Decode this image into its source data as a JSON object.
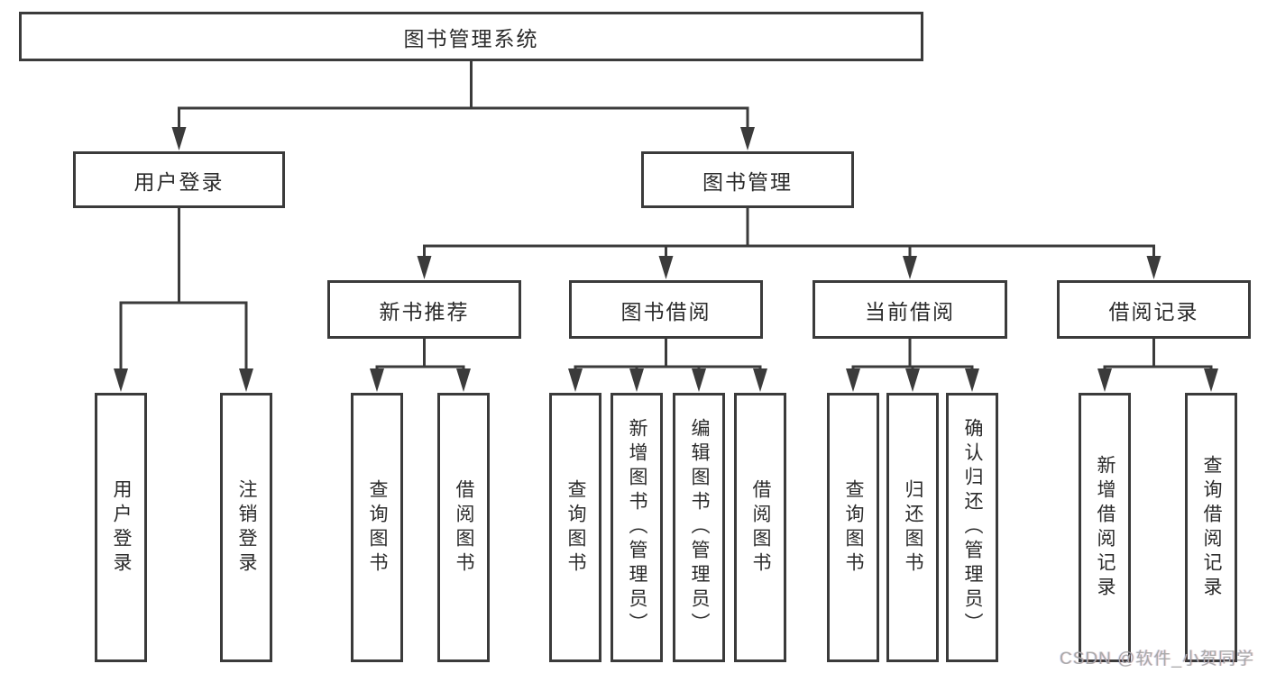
{
  "diagram": {
    "tree": {
      "label": "图书管理系统",
      "children": [
        {
          "label": "用户登录",
          "children": [
            {
              "label": "用户登录"
            },
            {
              "label": "注销登录"
            }
          ]
        },
        {
          "label": "图书管理",
          "children": [
            {
              "label": "新书推荐",
              "children": [
                {
                  "label": "查询图书"
                },
                {
                  "label": "借阅图书"
                }
              ]
            },
            {
              "label": "图书借阅",
              "children": [
                {
                  "label": "查询图书"
                },
                {
                  "label": "新增图书（管理员）"
                },
                {
                  "label": "编辑图书（管理员）"
                },
                {
                  "label": "借阅图书"
                }
              ]
            },
            {
              "label": "当前借阅",
              "children": [
                {
                  "label": "查询图书"
                },
                {
                  "label": "归还图书"
                },
                {
                  "label": "确认归还（管理员）"
                }
              ]
            },
            {
              "label": "借阅记录",
              "children": [
                {
                  "label": "新增借阅记录"
                },
                {
                  "label": "查询借阅记录"
                }
              ]
            }
          ]
        }
      ]
    },
    "colors": {
      "line": "#3b3b3b",
      "box_background": "#ffffff",
      "text": "#2b2b2b",
      "watermark": "#a9a9a9"
    },
    "watermark": "CSDN @软件_小贺同学"
  }
}
